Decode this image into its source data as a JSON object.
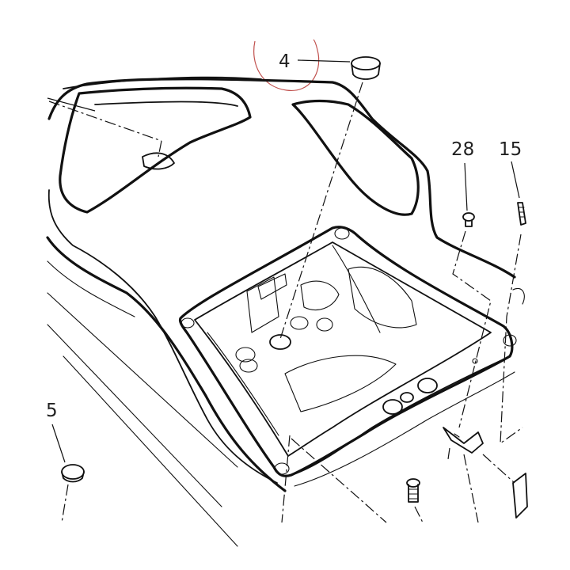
{
  "diagram": {
    "callouts": [
      "4",
      "28",
      "15",
      "5"
    ],
    "highlight_color": "#c0504d"
  }
}
